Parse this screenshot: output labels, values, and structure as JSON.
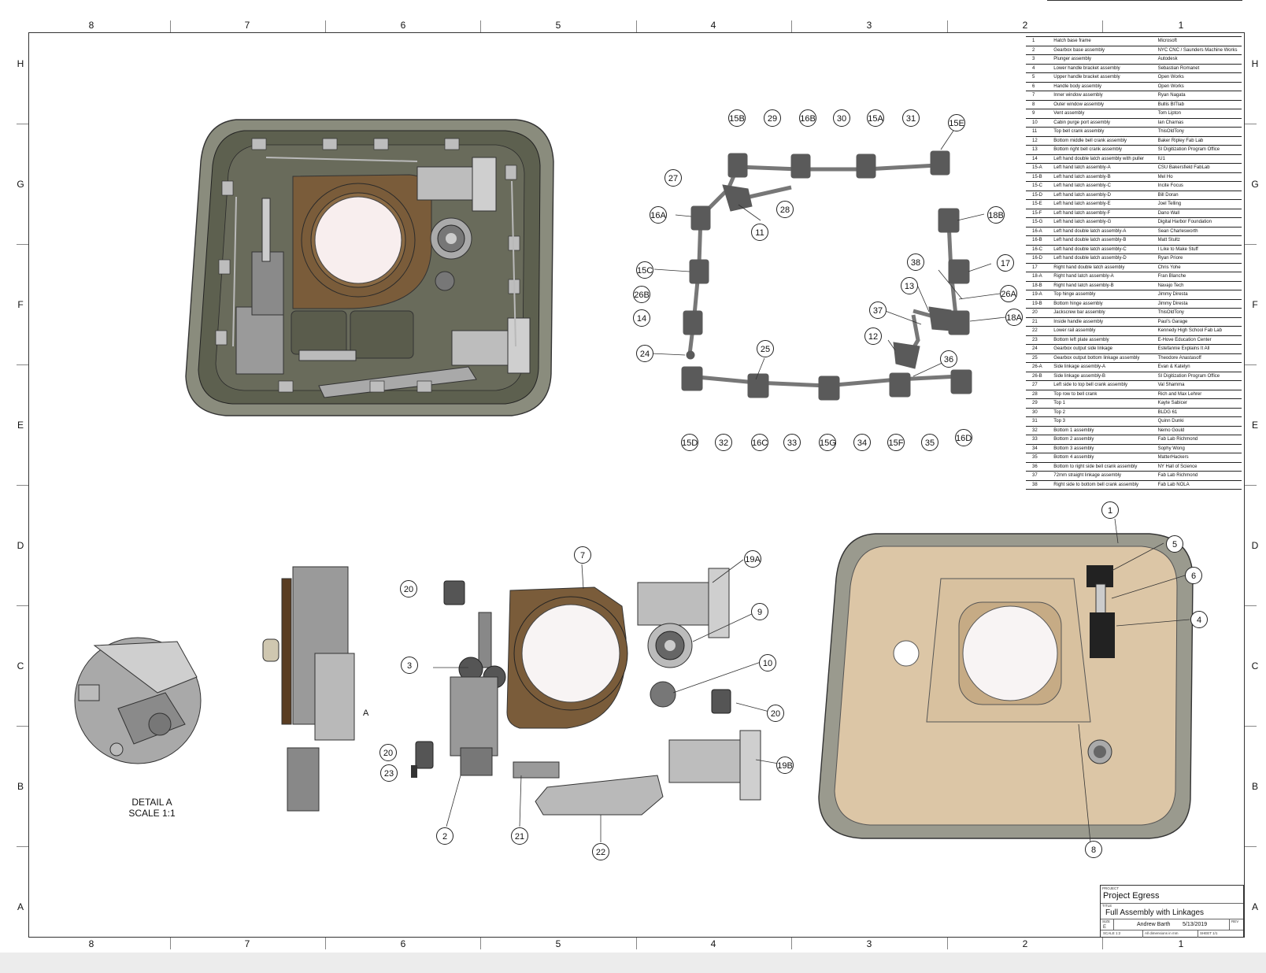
{
  "zones": {
    "columns": [
      "8",
      "7",
      "6",
      "5",
      "4",
      "3",
      "2",
      "1"
    ],
    "rows": [
      "H",
      "G",
      "F",
      "E",
      "D",
      "C",
      "B",
      "A"
    ]
  },
  "bom": [
    [
      "1",
      "Hatch base frame",
      "Microsoft"
    ],
    [
      "2",
      "Gearbox base assembly",
      "NYC CNC / Saunders Machine Works"
    ],
    [
      "3",
      "Plunger assembly",
      "Autodesk"
    ],
    [
      "4",
      "Lower handle bracket assembly",
      "Sebastian Romanet"
    ],
    [
      "5",
      "Upper handle bracket assembly",
      "Open Works"
    ],
    [
      "6",
      "Handle body assembly",
      "Open Works"
    ],
    [
      "7",
      "Inner window assembly",
      "Ryan Nagata"
    ],
    [
      "8",
      "Outer window assembly",
      "Bullis BITlab"
    ],
    [
      "9",
      "Vent assembly",
      "Tom Lipton"
    ],
    [
      "10",
      "Cabin purge port assembly",
      "Ian Charnas"
    ],
    [
      "11",
      "Top bell crank assembly",
      "ThisOldTony"
    ],
    [
      "12",
      "Bottom middle bell crank assembly",
      "Baker Ripley Fab Lab"
    ],
    [
      "13",
      "Bottom right bell crank assembly",
      "SI Digitization Program Office"
    ],
    [
      "14",
      "Left hand double latch assembly with puller",
      "IU1"
    ],
    [
      "15-A",
      "Left hand latch assembly-A",
      "CSU Bakersfield FabLab"
    ],
    [
      "15-B",
      "Left hand latch assembly-B",
      "Mel Ho"
    ],
    [
      "15-C",
      "Left hand latch assembly-C",
      "Incite Focus"
    ],
    [
      "15-D",
      "Left hand latch assembly-D",
      "Bill Doran"
    ],
    [
      "15-E",
      "Left hand latch assembly-E",
      "Joel Telling"
    ],
    [
      "15-F",
      "Left hand latch assembly-F",
      "Dano Wall"
    ],
    [
      "15-G",
      "Left hand latch assembly-G",
      "Digital Harbor Foundation"
    ],
    [
      "16-A",
      "Left hand double latch assembly-A",
      "Sean Charlesworth"
    ],
    [
      "16-B",
      "Left hand double latch assembly-B",
      "Matt Stultz"
    ],
    [
      "16-C",
      "Left hand double latch assembly-C",
      "I Like to Make Stuff"
    ],
    [
      "16-D",
      "Left hand double latch assembly-D",
      "Ryan Priore"
    ],
    [
      "17",
      "Right hand double latch assembly",
      "Chris Yohe"
    ],
    [
      "18-A",
      "Right hand latch assembly-A",
      "Fran Blanche"
    ],
    [
      "18-B",
      "Right hand latch assembly-B",
      "Navajo Tech"
    ],
    [
      "19-A",
      "Top hinge assembly",
      "Jimmy Diresta"
    ],
    [
      "19-B",
      "Bottom hinge assembly",
      "Jimmy Diresta"
    ],
    [
      "20",
      "Jackscrew bar assembly",
      "ThisOldTony"
    ],
    [
      "21",
      "Inside handle assembly",
      "Paul's Garage"
    ],
    [
      "22",
      "Lower rail assembly",
      "Kennedy High School Fab Lab"
    ],
    [
      "23",
      "Bottom left plate assembly",
      "E-Hove Education Center"
    ],
    [
      "24",
      "Gearbox output side linkage",
      "Estefannie Explains It All"
    ],
    [
      "25",
      "Gearbox output bottom linkage assembly",
      "Theodore Anastasoff"
    ],
    [
      "26-A",
      "Side linkage assembly-A",
      "Evan & Katelyn"
    ],
    [
      "26-B",
      "Side linkage assembly-B",
      "SI Digitization Program Office"
    ],
    [
      "27",
      "Left side to top bell crank assembly",
      "Val Shamma"
    ],
    [
      "28",
      "Top row to bell crank",
      "Rich and Max Lehrer"
    ],
    [
      "29",
      "Top 1",
      "Kayte Sabicer"
    ],
    [
      "30",
      "Top 2",
      "BLDG 61"
    ],
    [
      "31",
      "Top 3",
      "Quinn Dunki"
    ],
    [
      "32",
      "Bottom 1 assembly",
      "Nemo Gould"
    ],
    [
      "33",
      "Bottom 2 assembly",
      "Fab Lab Richmond"
    ],
    [
      "34",
      "Bottom 3 assembly",
      "Sophy Wong"
    ],
    [
      "35",
      "Bottom 4 assembly",
      "MatterHackers"
    ],
    [
      "36",
      "Bottom to right side bell crank assembly",
      "NY Hall of Science"
    ],
    [
      "37",
      "72mm straight linkage assembly",
      "Fab Lab Richmond"
    ],
    [
      "38",
      "Right side to bottom bell crank assembly",
      "Fab Lab NOLA"
    ]
  ],
  "linkage_callouts": [
    "15B",
    "29",
    "16B",
    "30",
    "15A",
    "31",
    "15E",
    "27",
    "28",
    "16A",
    "11",
    "18B",
    "15C",
    "38",
    "17",
    "13",
    "26B",
    "26A",
    "37",
    "14",
    "18A",
    "12",
    "24",
    "25",
    "36",
    "15D",
    "32",
    "16C",
    "33",
    "15G",
    "34",
    "15F",
    "35",
    "16D"
  ],
  "exploded_callouts": [
    "1",
    "5",
    "6",
    "4",
    "7",
    "19A",
    "9",
    "10",
    "20",
    "3",
    "20",
    "20",
    "23",
    "19B",
    "2",
    "21",
    "22",
    "8"
  ],
  "exploded_plain_labels": [
    "A"
  ],
  "detail": {
    "line1": "DETAIL A",
    "line2": "SCALE 1:1"
  },
  "title_block": {
    "project_caption": "PROJECT",
    "project": "Project Egress",
    "title_caption": "TITLE",
    "title": "Full Assembly with Linkages",
    "size_caption": "SIZE",
    "size": "E",
    "author": "Andrew Barth",
    "date": "5/13/2019",
    "rev_caption": "REV",
    "scale": "SCALE 1:2",
    "units": "All dimensions in mm",
    "sheet": "SHEET 1/1"
  },
  "colors": {
    "hatch_dark": "#5d604f",
    "hatch_frame": "#8a8c7d",
    "window_ring": "#7a5c3a",
    "window_glass": "#f8eeee",
    "outer_panel": "#dcc6a6",
    "mech_gray": "#8f8f8f"
  }
}
